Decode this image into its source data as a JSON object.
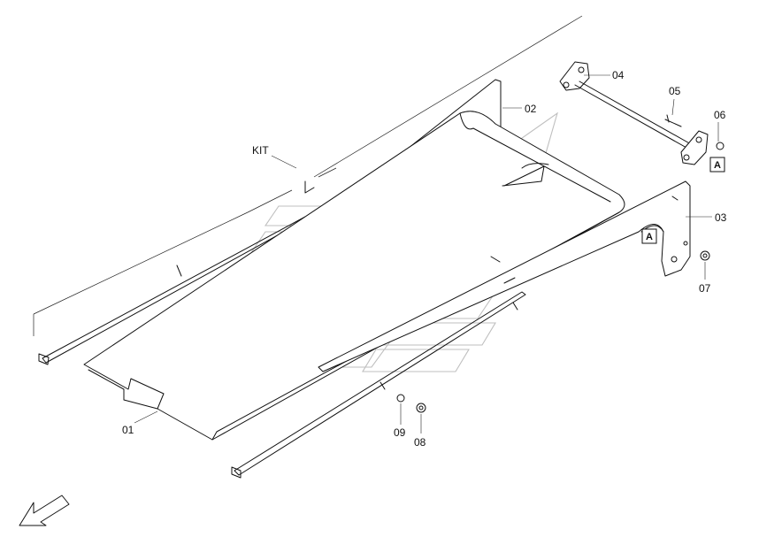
{
  "labels": {
    "kit": "KIT",
    "p01": "01",
    "p02": "02",
    "p03": "03",
    "p04": "04",
    "p05": "05",
    "p06": "06",
    "p07": "07",
    "p08": "08",
    "p09": "09"
  },
  "markers": {
    "a1": "A",
    "a2": "A"
  }
}
